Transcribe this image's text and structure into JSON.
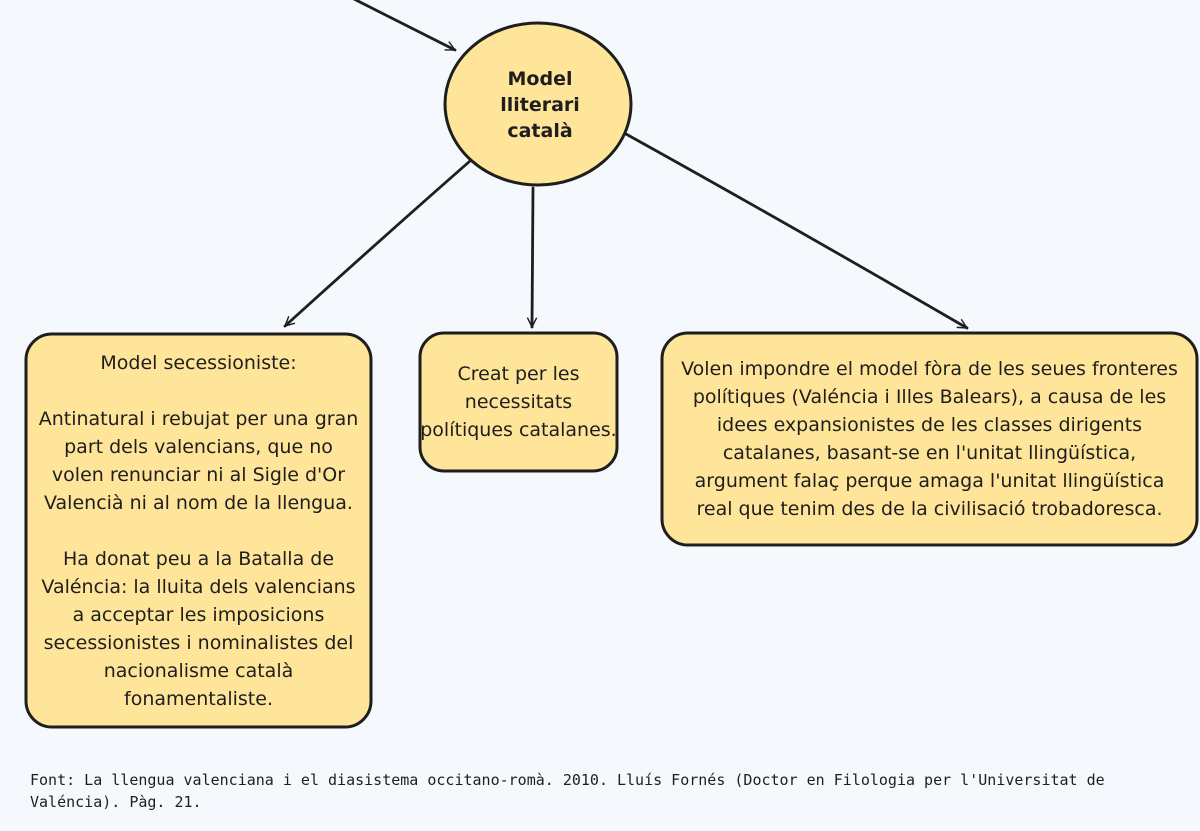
{
  "diagram": {
    "center_node": {
      "label": "Model\nlliterari\ncatalà"
    },
    "left_box": {
      "text": "Model secessioniste:\n\nAntinatural i rebujat per una gran part dels valencians, que no volen renunciar ni al Sigle d'Or Valencià ni al nom de la llengua.\n\nHa donat peu a la Batalla de Valéncia: la lluita dels valencians a acceptar les imposicions secessionistes i nominalistes del nacionalisme català fonamentaliste."
    },
    "middle_box": {
      "text": "Creat per les necessitats polítiques catalanes."
    },
    "right_box": {
      "text": "Volen impondre el model fòra de les seues fronteres polítiques (Valéncia i Illes Balears), a causa de les idees expansionistes de les classes dirigents catalanes, basant-se en l'unitat llingüística, argument falaç perque amaga l'unitat llingüística real que tenim des de la civilisació trobadoresca."
    },
    "colors": {
      "node_fill": "#ffe599",
      "stroke": "#1e1e1e",
      "background": "#f5f9fd"
    }
  },
  "footer": {
    "source": "Font: La llengua valenciana i el diasistema occitano-romà. 2010. Lluís Fornés (Doctor en Filologia per l'Universitat de Valéncia). Pàg. 21."
  }
}
